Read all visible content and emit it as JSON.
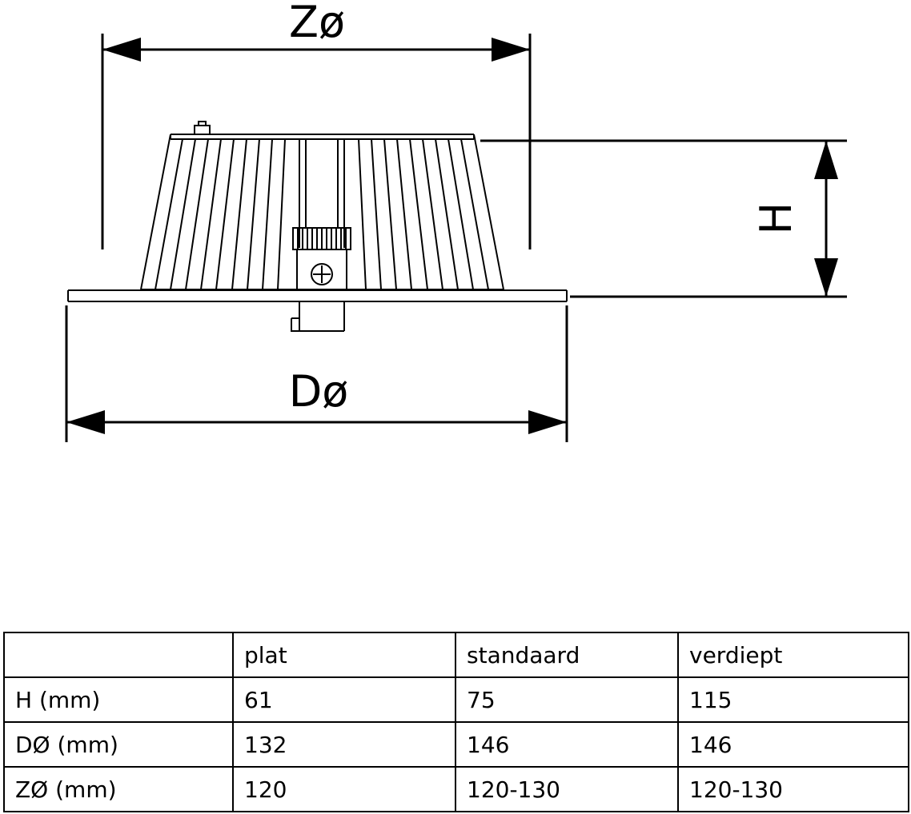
{
  "diagram": {
    "dim_zo": "Zø",
    "dim_h": "H",
    "dim_do": "Dø"
  },
  "table": {
    "headers": [
      "",
      "plat",
      "standaard",
      "verdiept"
    ],
    "rows": [
      {
        "label": "H (mm)",
        "values": [
          "61",
          "75",
          "115"
        ]
      },
      {
        "label": "DØ (mm)",
        "values": [
          "132",
          "146",
          "146"
        ]
      },
      {
        "label": "ZØ (mm)",
        "values": [
          "120",
          "120-130",
          "120-130"
        ]
      }
    ]
  },
  "colors": {
    "line": "#000000",
    "background": "#ffffff"
  }
}
